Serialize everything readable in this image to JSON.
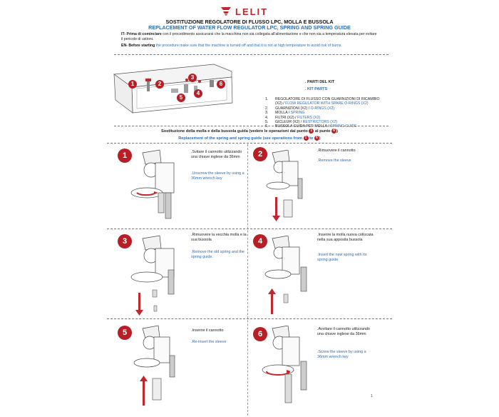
{
  "header": {
    "logo_text": "LELIT",
    "brand_color": "#c0262d",
    "title_it": "SOSTITUZIONE REGOLATORE DI FLUSSO LPC, MOLLA E BUSSOLA",
    "title_en": "REPLACEMENT OF WATER FLOW REGULATOR LPC, SPRING AND SPRING GUIDE"
  },
  "intro": {
    "it_label": "IT- Prima di cominciare",
    "it_text": " con il procedimento assicurarsi che la macchina non sia collegata all'alimentazione e che non sia a temperatura elevata per evitare il pericolo di ustioni.",
    "en_label": "EN- Before starting",
    "en_text": " the procedure make sure that the machine is turned off and that it is not at high temperature to avoid risk of burns."
  },
  "kit": {
    "heading_it": ". PARTI DEL KIT",
    "heading_en": ". KIT PARTS",
    "items": [
      {
        "num": "1.",
        "it": "REGOLATORE DI FLUSSO CON GUARNIZIONI DI RICAMBIO (X2) / ",
        "en": "FLOW REGULATOR WITH SPARE O-RINGS (X2)"
      },
      {
        "num": "2.",
        "it": "GUARNIZIONI (X2) / ",
        "en": "O-RINGS (X2)"
      },
      {
        "num": "3.",
        "it": "MOLLA / ",
        "en": "SPRING"
      },
      {
        "num": "4.",
        "it": "FILTRI (X2) / ",
        "en": "FILTERS (X2)"
      },
      {
        "num": "5.",
        "it": "GICLEUR (X2) / ",
        "en": "RESTRICTORS (X2)"
      },
      {
        "num": "6.",
        "it": "BUSSOLA GUIDA PER MOLLA / ",
        "en": "SPRING GUIDE"
      }
    ],
    "callouts": [
      "1",
      "2",
      "3",
      "4",
      "5",
      "6"
    ]
  },
  "section": {
    "it_text": "Sostituzione della molla e della bussola guida (vedere le operazioni dal punto ",
    "it_mid": " al punto ",
    "it_end": ")",
    "en_text": "Replacement of the spring and spring guide (see operations from ",
    "en_mid": " to ",
    "en_end": ")",
    "from": "1",
    "to": "6"
  },
  "steps": [
    {
      "num": "1",
      "it": ".Svitare il cannotto utilizzando una chiave inglese da 36mm",
      "en": ".Unscrew the sleeve by using a 36mm wrench key"
    },
    {
      "num": "2",
      "it": ".Rimuovere il cannotto",
      "en": ".Remove the sleeve"
    },
    {
      "num": "3",
      "it": ".Rimuovere la vecchia molla e la sua bussola",
      "en": ".Remove the old spring and the spring guide."
    },
    {
      "num": "4",
      "it": ".Inserire la molla nuova collocata nella sua apposita bussola",
      "en": ".Insert the new spring with its spring guide"
    },
    {
      "num": "5",
      "it": ".Inserire il cannotto",
      "en": ".Re-insert the sleeve"
    },
    {
      "num": "6",
      "it": ".Avvitare il cannotto utilizzando una chiave inglese da 36mm",
      "en": ".Screw the sleeve by using a 36mm wrench key"
    }
  ],
  "page_number": "1",
  "colors": {
    "accent_red": "#b81e25",
    "blue_text": "#2f6db5"
  }
}
